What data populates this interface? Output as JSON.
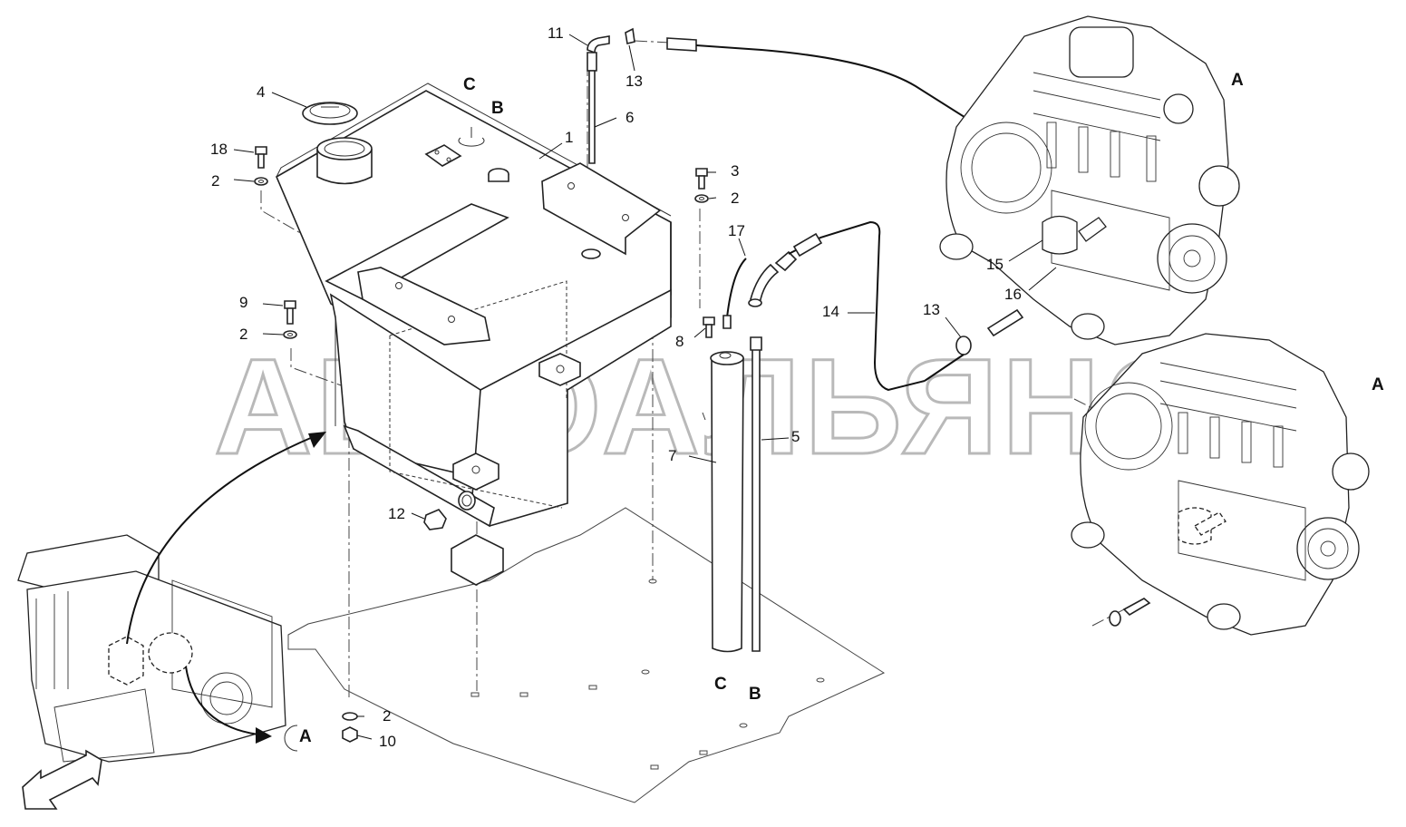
{
  "watermark": "АВТОАЛЬЯНС",
  "views": {
    "upper_engine_label": "A",
    "lower_engine_label": "A",
    "machine_arrow_label": "A",
    "tank_top_C": "C",
    "tank_top_B": "B",
    "tube_bottom_C": "C",
    "tube_bottom_B": "B"
  },
  "callouts": [
    {
      "id": "callout-1",
      "number": "1"
    },
    {
      "id": "callout-2a",
      "number": "2"
    },
    {
      "id": "callout-2b",
      "number": "2"
    },
    {
      "id": "callout-2c",
      "number": "2"
    },
    {
      "id": "callout-2d",
      "number": "2"
    },
    {
      "id": "callout-3",
      "number": "3"
    },
    {
      "id": "callout-4",
      "number": "4"
    },
    {
      "id": "callout-5",
      "number": "5"
    },
    {
      "id": "callout-6",
      "number": "6"
    },
    {
      "id": "callout-7",
      "number": "7"
    },
    {
      "id": "callout-8",
      "number": "8"
    },
    {
      "id": "callout-9",
      "number": "9"
    },
    {
      "id": "callout-10",
      "number": "10"
    },
    {
      "id": "callout-11",
      "number": "11"
    },
    {
      "id": "callout-12",
      "number": "12"
    },
    {
      "id": "callout-13a",
      "number": "13"
    },
    {
      "id": "callout-13b",
      "number": "13"
    },
    {
      "id": "callout-14",
      "number": "14"
    },
    {
      "id": "callout-15",
      "number": "15"
    },
    {
      "id": "callout-16",
      "number": "16"
    },
    {
      "id": "callout-17",
      "number": "17"
    },
    {
      "id": "callout-18",
      "number": "18"
    }
  ]
}
